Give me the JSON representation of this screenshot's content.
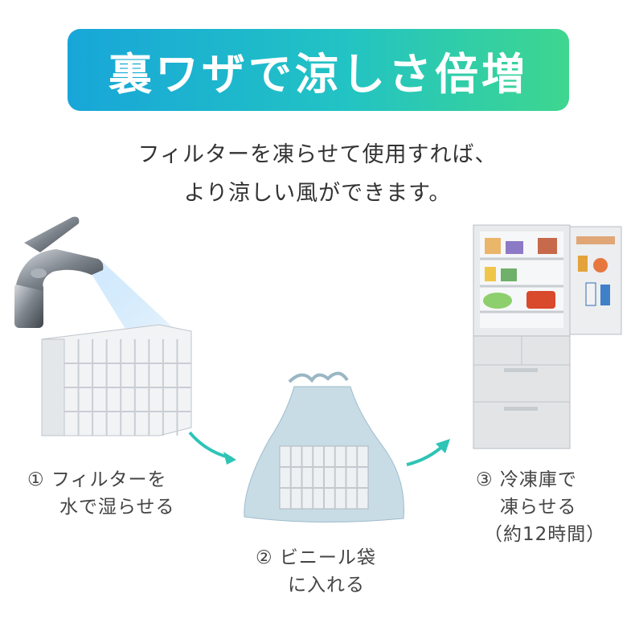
{
  "banner": {
    "title": "裏ワザで涼しさ倍増"
  },
  "subtitle": {
    "line1": "フィルターを凍らせて使用すれば、",
    "line2": "より涼しい風ができます。"
  },
  "steps": [
    {
      "line1": "① フィルターを",
      "line2": "水で湿らせる"
    },
    {
      "line1": "② ビニール袋",
      "line2": "に入れる"
    },
    {
      "line1": "③ 冷凍庫で",
      "line2": "凍らせる",
      "line3": "（約12時間）"
    }
  ],
  "colors": {
    "banner_start": "#18a6d8",
    "banner_end": "#3ed68f",
    "arrow": "#2ec4b6"
  },
  "icons": [
    "faucet-icon",
    "filter-icon",
    "plastic-bag-icon",
    "refrigerator-icon",
    "arrow-icon"
  ]
}
